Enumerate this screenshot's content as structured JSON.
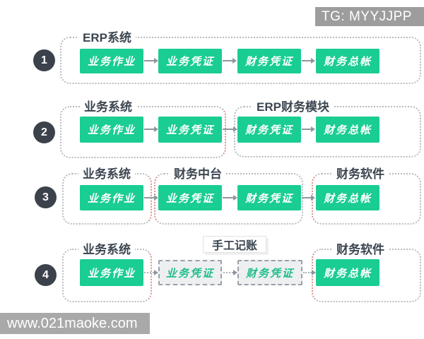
{
  "badge": {
    "text": "TG: MYYJJPP"
  },
  "watermark": {
    "text": "www.021maoke.com"
  },
  "colors": {
    "box_green": "#1acd92",
    "circle_dark": "#3b424b",
    "container_border_gray": "#b7bcc2",
    "container_border_red": "#d9908f",
    "dashed_box_text_green": "#21bd8b",
    "badge_gray": "#9d9d9d",
    "watermark_gray": "#a9a9a9"
  },
  "rows": [
    {
      "number": "1",
      "containers": [
        {
          "title": "ERP系统"
        }
      ],
      "boxes": [
        "业务作业",
        "业务凭证",
        "财务凭证",
        "财务总帐"
      ]
    },
    {
      "number": "2",
      "containers": [
        {
          "title": "业务系统"
        },
        {
          "title": "ERP财务模块"
        }
      ],
      "boxes": [
        "业务作业",
        "业务凭证",
        "财务凭证",
        "财务总帐"
      ]
    },
    {
      "number": "3",
      "containers": [
        {
          "title": "业务系统"
        },
        {
          "title": "财务中台"
        },
        {
          "title": "财务软件"
        }
      ],
      "boxes": [
        "业务作业",
        "业务凭证",
        "财务凭证",
        "财务总帐"
      ]
    },
    {
      "number": "4",
      "containers": [
        {
          "title": "业务系统"
        },
        {
          "title": "手工记账"
        },
        {
          "title": "财务软件"
        }
      ],
      "boxes": [
        "业务作业",
        "业务凭证",
        "财务凭证",
        "财务总帐"
      ]
    }
  ]
}
